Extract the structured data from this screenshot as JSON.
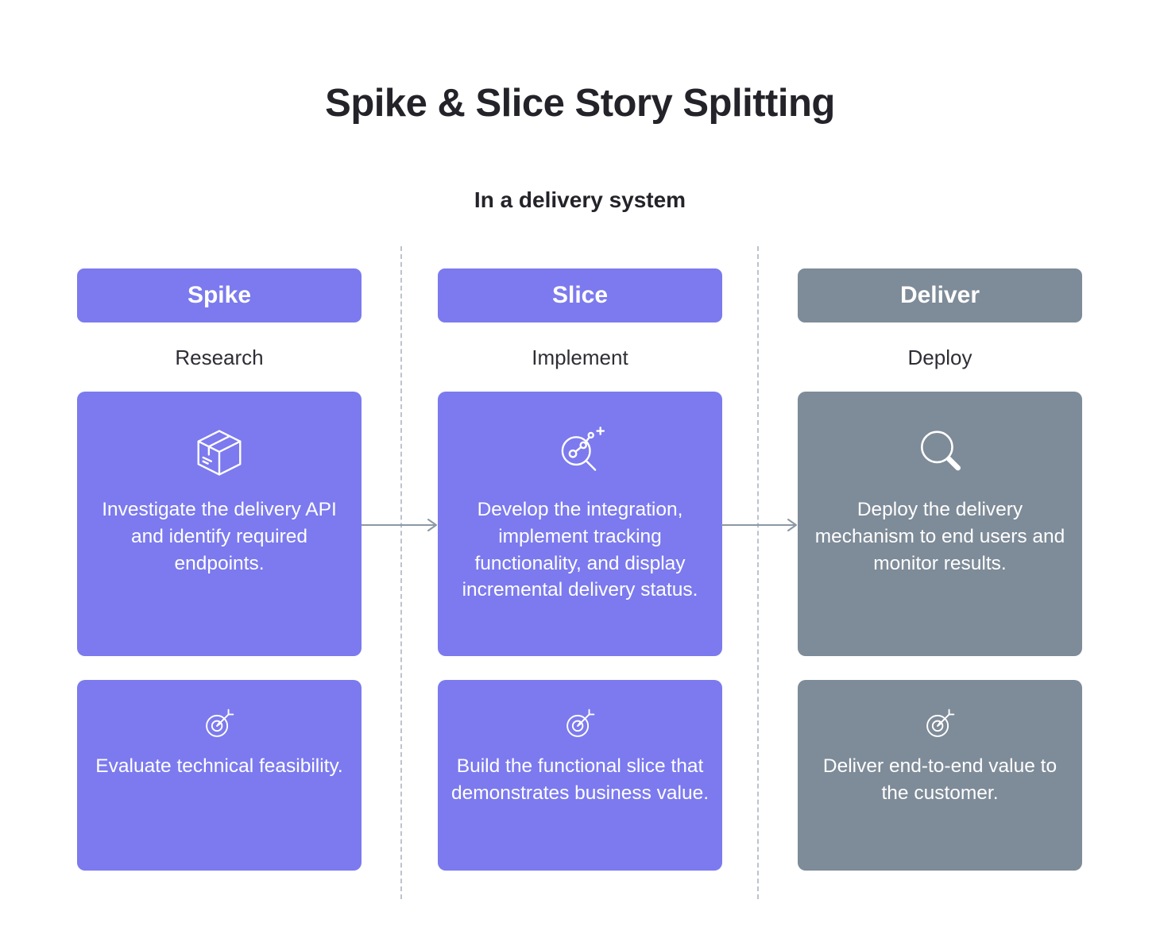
{
  "title": "Spike & Slice Story Splitting",
  "subtitle": "In a delivery system",
  "colors": {
    "purple": "#7c7aee",
    "gray": "#7e8b98",
    "divider": "#bcc3cc",
    "arrow": "#8b98a5"
  },
  "columns": [
    {
      "header": "Spike",
      "phase": "Research",
      "theme": "purple",
      "cards": [
        {
          "icon": "package-icon",
          "text": "Investigate the delivery API and identify required endpoints."
        },
        {
          "icon": "target-icon",
          "text": "Evaluate technical feasibility."
        }
      ]
    },
    {
      "header": "Slice",
      "phase": "Implement",
      "theme": "purple",
      "cards": [
        {
          "icon": "network-magnifier-icon",
          "text": "Develop the integration, implement tracking functionality, and display incremental delivery status."
        },
        {
          "icon": "target-icon",
          "text": "Build the functional slice that demonstrates business value."
        }
      ]
    },
    {
      "header": "Deliver",
      "phase": "Deploy",
      "theme": "gray",
      "cards": [
        {
          "icon": "magnifier-icon",
          "text": "Deploy the delivery mechanism to end users and monitor results."
        },
        {
          "icon": "target-icon",
          "text": "Deliver end-to-end value to the customer."
        }
      ]
    }
  ]
}
